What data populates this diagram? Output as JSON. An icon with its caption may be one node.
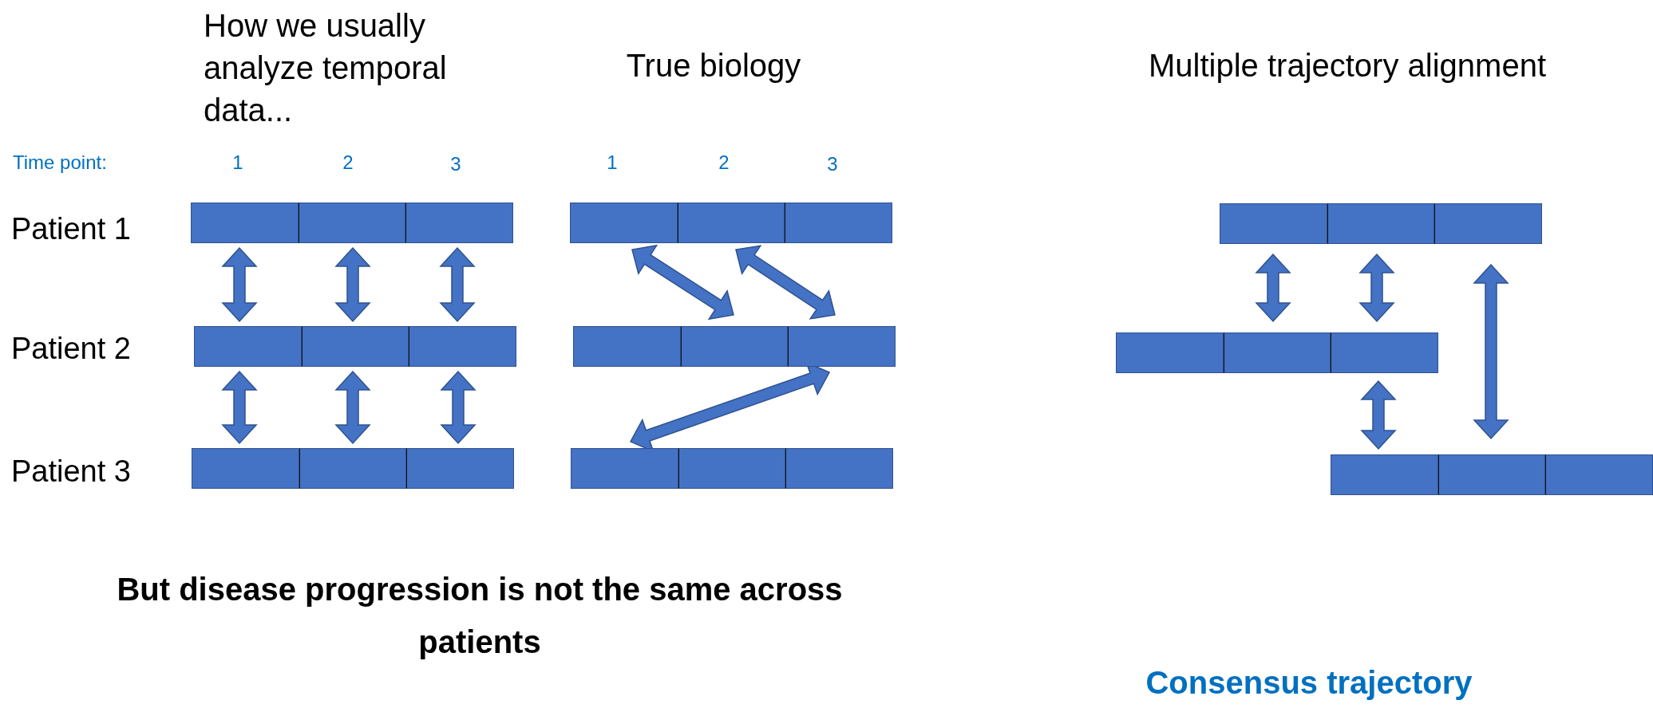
{
  "diagram": {
    "nodes": [
      {
        "text": [],
        "shape": "box"
      },
      {
        "text": [],
        "shape": "box"
      },
      {
        "text": [],
        "shape": "box"
      },
      {
        "text": [],
        "shape": "box"
      },
      {
        "text": [],
        "shape": "box"
      },
      {
        "text": [],
        "shape": "box"
      },
      {
        "text": [],
        "shape": "box"
      },
      {
        "text": [],
        "shape": "box"
      },
      {
        "text": [],
        "shape": "box"
      },
      {
        "text": [],
        "shape": "box"
      },
      {
        "text": [],
        "shape": "box"
      },
      {
        "text": [],
        "shape": "box"
      },
      {
        "text": [],
        "shape": "box"
      },
      {
        "text": [],
        "shape": "box"
      },
      {
        "text": [],
        "shape": "box"
      },
      {
        "text": [],
        "shape": "box"
      },
      {
        "text": [],
        "shape": "box"
      },
      {
        "text": [],
        "shape": "box"
      },
      {
        "text": [],
        "shape": "box"
      },
      {
        "text": [],
        "shape": "box"
      },
      {
        "text": [],
        "shape": "box"
      },
      {
        "text": [],
        "shape": "box"
      },
      {
        "text": [],
        "shape": "box"
      },
      {
        "text": [],
        "shape": "box"
      },
      {
        "text": [],
        "shape": "box"
      },
      {
        "text": [],
        "shape": "box"
      },
      {
        "text": [],
        "shape": "box"
      }
    ],
    "edges": [
      {
        "from": 0,
        "to": 3,
        "arrow": "both"
      },
      {
        "from": 1,
        "to": 4,
        "arrow": "both"
      },
      {
        "from": 2,
        "to": 5,
        "arrow": "both"
      },
      {
        "from": 3,
        "to": 6,
        "arrow": "both"
      },
      {
        "from": 4,
        "to": 7,
        "arrow": "both"
      },
      {
        "from": 5,
        "to": 8,
        "arrow": "both"
      },
      {
        "from": 9,
        "to": 13,
        "arrow": "both"
      },
      {
        "from": 10,
        "to": 14,
        "arrow": "both"
      },
      {
        "from": 14,
        "to": 15,
        "arrow": "both"
      },
      {
        "from": 18,
        "to": 22,
        "arrow": "both"
      },
      {
        "from": 19,
        "to": 23,
        "arrow": "both"
      },
      {
        "from": 23,
        "to": 24,
        "arrow": "both"
      },
      {
        "from": 20,
        "to": 25,
        "arrow": "both"
      }
    ],
    "labels": [
      "How we usually analyze temporal data...",
      "True biology",
      "Multiple trajectory alignment",
      "Time point:",
      "1",
      "2",
      "3",
      "1",
      "2",
      "3",
      "Patient 1",
      "Patient 2",
      "Patient 3",
      "But disease progression is not the same across patients",
      "Consensus trajectory"
    ]
  }
}
